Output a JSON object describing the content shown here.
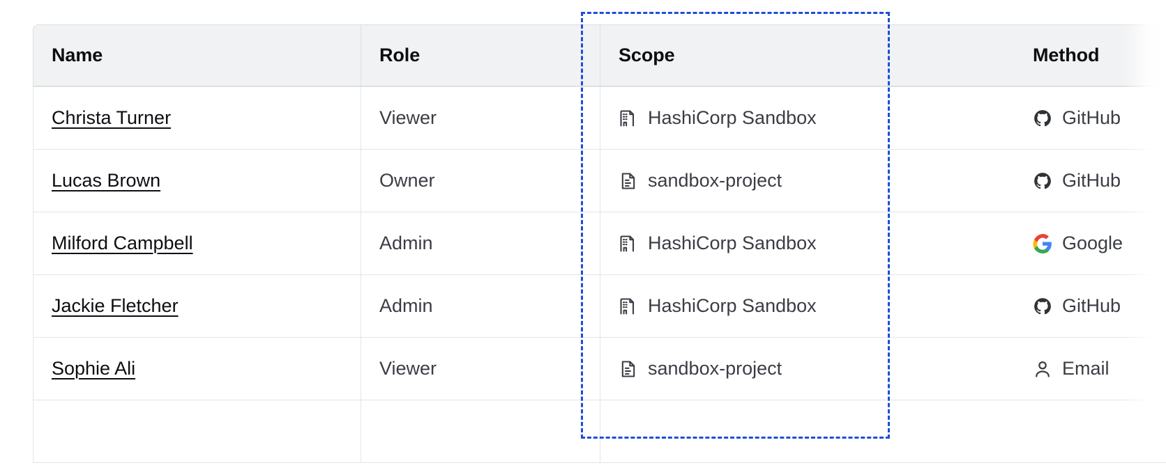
{
  "table": {
    "columns": [
      {
        "key": "name",
        "label": "Name"
      },
      {
        "key": "role",
        "label": "Role"
      },
      {
        "key": "scope",
        "label": "Scope"
      },
      {
        "key": "method",
        "label": "Method"
      }
    ],
    "rows": [
      {
        "name": "Christa Turner",
        "role": "Viewer",
        "scope": "HashiCorp Sandbox",
        "scope_icon": "organization-icon",
        "method": "GitHub",
        "method_icon": "github-icon"
      },
      {
        "name": "Lucas Brown",
        "role": "Owner",
        "scope": "sandbox-project",
        "scope_icon": "project-icon",
        "method": "GitHub",
        "method_icon": "github-icon"
      },
      {
        "name": "Milford Campbell",
        "role": "Admin",
        "scope": "HashiCorp Sandbox",
        "scope_icon": "organization-icon",
        "method": "Google",
        "method_icon": "google-icon"
      },
      {
        "name": "Jackie Fletcher",
        "role": "Admin",
        "scope": "HashiCorp Sandbox",
        "scope_icon": "organization-icon",
        "method": "GitHub",
        "method_icon": "github-icon"
      },
      {
        "name": "Sophie Ali",
        "role": "Viewer",
        "scope": "sandbox-project",
        "scope_icon": "project-icon",
        "method": "Email",
        "method_icon": "user-icon"
      }
    ]
  },
  "selection": {
    "target_column": "Scope",
    "highlight_color": "#1d4ed8",
    "style": "dashed"
  },
  "colors": {
    "header_background": "#f1f2f3",
    "header_text": "#0c0e11",
    "body_text": "#3b3d45",
    "link_text": "#0c0e11",
    "border": "#e4e5e8",
    "header_border": "#dedfe3",
    "google_blue": "#4285F4",
    "google_red": "#EA4335",
    "google_yellow": "#FBBC05",
    "google_green": "#34A853",
    "github_dark": "#2f3337"
  }
}
